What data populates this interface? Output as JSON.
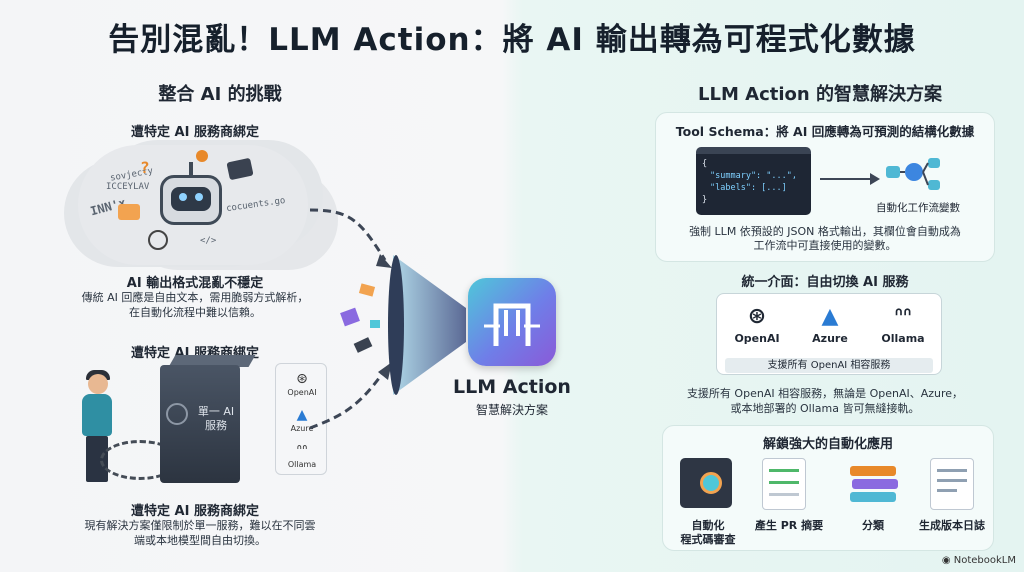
{
  "title": "告別混亂！LLM Action：將 AI 輸出轉為可程式化數據",
  "left": {
    "heading": "整合 AI 的挑戰",
    "section1": {
      "top_label": "遭特定 AI 服務商綁定",
      "title": "AI 輸出格式混亂不穩定",
      "desc_line1": "傳統 AI 回應是自由文本，需用脆弱方式解析，",
      "desc_line2": "在自動化流程中難以信賴。"
    },
    "section2": {
      "top_label": "遭特定 AI 服務商綁定",
      "server_label": "單一 AI服務",
      "providers": [
        "OpenAI",
        "Azure",
        "Ollama"
      ],
      "title": "遭特定 AI 服務商綁定",
      "desc_line1": "現有解決方案僅限制於單一服務，難以在不同雲",
      "desc_line2": "端或本地模型間自由切換。"
    }
  },
  "center": {
    "product_name": "LLM Action",
    "product_sub": "智慧解決方案"
  },
  "right": {
    "heading": "LLM Action 的智慧解決方案",
    "schema": {
      "title": "Tool Schema：將 AI 回應轉為可預測的結構化數據",
      "code_line1": "{",
      "code_line2": "\"summary\": \"...\",",
      "code_line3": "\"labels\": [...]",
      "code_line4": "}",
      "workflow_label": "自動化工作流變數",
      "desc_line1": "強制 LLM 依預設的 JSON 格式輸出，其欄位會自動成為",
      "desc_line2": "工作流中可直接使用的變數。"
    },
    "unified": {
      "title": "統一介面：自由切換 AI 服務",
      "services": [
        "OpenAI",
        "Azure",
        "Ollama"
      ],
      "strip": "支援所有 OpenAI 相容服務",
      "desc_line1": "支援所有 OpenAI 相容服務，無論是 OpenAI、Azure，",
      "desc_line2": "或本地部署的 Ollama 皆可無縫接軌。"
    },
    "apps": {
      "title": "解鎖強大的自動化應用",
      "items": [
        {
          "line1": "自動化",
          "line2": "程式碼審查"
        },
        {
          "line1": "產生 PR 摘要",
          "line2": ""
        },
        {
          "line1": "分類",
          "line2": ""
        },
        {
          "line1": "生成版本日誌",
          "line2": ""
        }
      ]
    }
  },
  "cloud_doodles": [
    "sovjecty",
    "ICCEYLAV",
    "INN'x",
    "?",
    "cocuents.go",
    "</>"
  ],
  "watermark": "NotebookLM"
}
